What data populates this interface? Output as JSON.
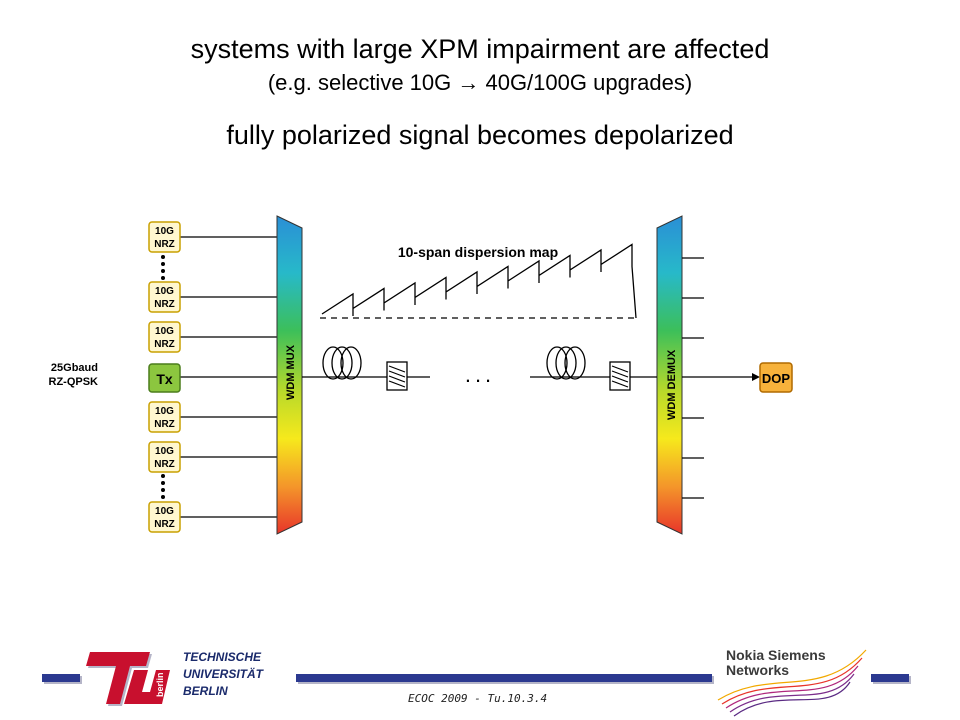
{
  "titles": {
    "line1": "systems with large XPM impairment are affected",
    "line2": "(e.g. selective 10G → 40G/100G upgrades)",
    "line3": "fully polarized signal becomes depolarized"
  },
  "diagram": {
    "source_label_line1": "25Gbaud",
    "source_label_line2": "RZ-QPSK",
    "nrz_top": "10G",
    "nrz_bottom": "NRZ",
    "tx": "Tx",
    "mux": "WDM MUX",
    "demux": "WDM DEMUX",
    "dispersion_map": "10-span dispersion map",
    "ellipsis": "...",
    "dop": "DOP",
    "colors": {
      "nrz_fill": "#fff7cf",
      "nrz_border": "#c9a000",
      "tx_fill": "#8cc63f",
      "dop_fill": "#f7b23b"
    }
  },
  "footer": {
    "tu_line1": "TECHNISCHE",
    "tu_line2": "UNIVERSITÄT",
    "tu_line3": "BERLIN",
    "tu_logo_mark": "berlin",
    "code": "ECOC 2009 - Tu.10.3.4",
    "nsn_line1": "Nokia Siemens",
    "nsn_line2": "Networks",
    "colors": {
      "bar": "#2b3990",
      "shadow": "#b5b5c8"
    }
  }
}
